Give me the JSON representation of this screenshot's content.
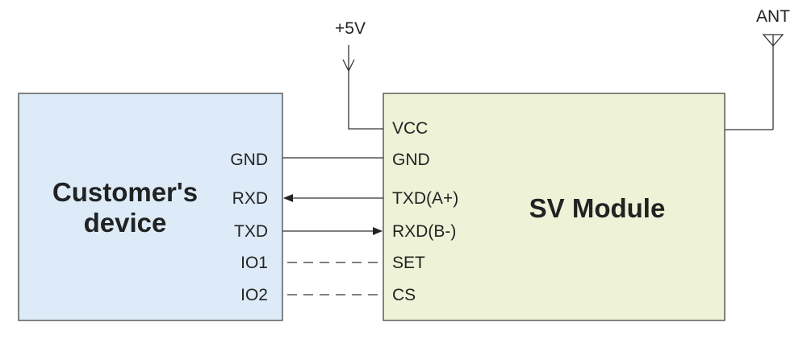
{
  "power": {
    "label": "+5V"
  },
  "antenna": {
    "label": "ANT"
  },
  "customer_device": {
    "title_line1": "Customer's",
    "title_line2": "device",
    "fill": "#dcebf7",
    "pins": [
      "GND",
      "RXD",
      "TXD",
      "IO1",
      "IO2"
    ]
  },
  "sv_module": {
    "title": "SV Module",
    "fill": "#eef3d8",
    "pins": [
      "VCC",
      "GND",
      "TXD(A+)",
      "RXD(B-)",
      "SET",
      "CS"
    ]
  }
}
